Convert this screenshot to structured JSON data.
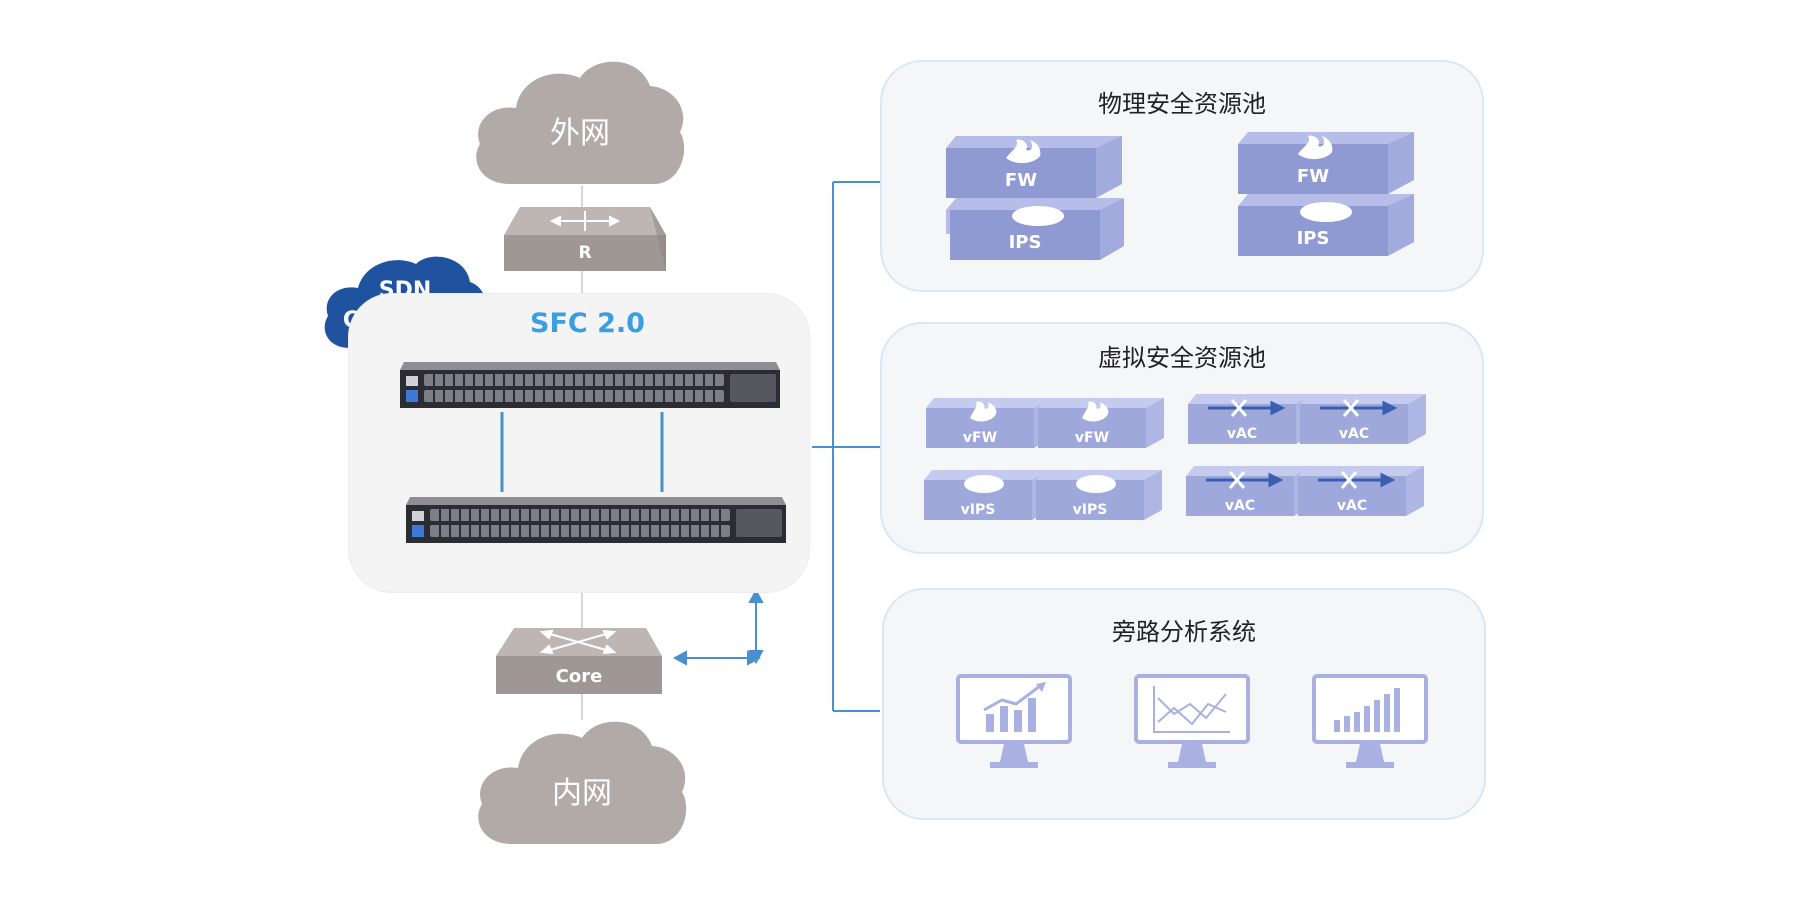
{
  "colors": {
    "cloud": "#b2aaa6",
    "sdn_cloud": "#1f53a0",
    "sfc_text": "#3a9fe0",
    "line_blue": "#4a8fd0",
    "device_top": "#b6bde8",
    "device_front": "#8f9ad2",
    "monitor": "#a9b1e2",
    "panel_bg": "#f5f6f8",
    "panel_border": "#d6e9f8"
  },
  "clouds": {
    "external": "外网",
    "internal": "内网"
  },
  "sdn_controller": {
    "line1": "SDN",
    "line2": "Controller"
  },
  "sfc": {
    "title": "SFC 2.0"
  },
  "routers": {
    "top": "R",
    "core": "Core"
  },
  "panels": [
    {
      "title": "物理安全资源池",
      "devices": [
        {
          "label": "FW",
          "icon": "fire-icon"
        },
        {
          "label": "IPS",
          "icon": "shield-blob-icon"
        },
        {
          "label": "FW",
          "icon": "fire-icon"
        },
        {
          "label": "IPS",
          "icon": "shield-blob-icon"
        }
      ]
    },
    {
      "title": "虚拟安全资源池",
      "devices": [
        {
          "label": "vFW",
          "icon": "fire-icon"
        },
        {
          "label": "vFW",
          "icon": "fire-icon"
        },
        {
          "label": "vAC",
          "icon": "arrow-cross-icon"
        },
        {
          "label": "vAC",
          "icon": "arrow-cross-icon"
        },
        {
          "label": "vIPS",
          "icon": "shield-blob-icon"
        },
        {
          "label": "vIPS",
          "icon": "shield-blob-icon"
        },
        {
          "label": "vAC",
          "icon": "arrow-cross-icon"
        },
        {
          "label": "vAC",
          "icon": "arrow-cross-icon"
        }
      ]
    },
    {
      "title": "旁路分析系统",
      "monitors": [
        {
          "icon": "bar-trend-chart-icon"
        },
        {
          "icon": "line-chart-icon"
        },
        {
          "icon": "bar-chart-icon"
        }
      ]
    }
  ]
}
